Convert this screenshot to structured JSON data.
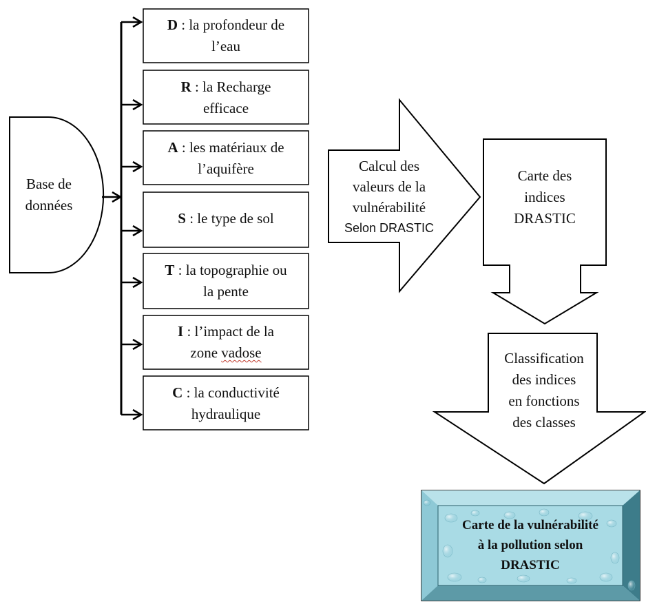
{
  "database": {
    "line1": "Base de",
    "line2": "données"
  },
  "factors": [
    {
      "letter": "D",
      "line1": " : la profondeur de",
      "line2": "l’eau"
    },
    {
      "letter": "R",
      "line1": " : la Recharge",
      "line2": "efficace"
    },
    {
      "letter": "A",
      "line1": " : les matériaux de",
      "line2": "l’aquifère"
    },
    {
      "letter": "S",
      "line1": " : le type de sol",
      "line2": ""
    },
    {
      "letter": "T",
      "line1": " : la topographie ou",
      "line2": "la pente"
    },
    {
      "letter": "I",
      "line1": " : l’impact de la",
      "line2_a": "zone ",
      "line2_b": "vadose"
    },
    {
      "letter": "C",
      "line1": " : la conductivité",
      "line2": "hydraulique"
    }
  ],
  "calc_arrow": {
    "line1": "Calcul des",
    "line2": "valeurs de la",
    "line3": "vulnérabilité",
    "line4": "Selon DRASTIC"
  },
  "index_map": {
    "line1": "Carte des",
    "line2": "indices",
    "line3": "DRASTIC"
  },
  "classification": {
    "line1": "Classification",
    "line2": "des indices",
    "line3": "en fonctions",
    "line4": "des classes"
  },
  "result": {
    "line1": "Carte de la vulnérabilité",
    "line2": "à la pollution selon",
    "line3": "DRASTIC"
  },
  "colors": {
    "stroke": "#000000",
    "result_fill": "#9fd3df",
    "result_bevel_dark": "#3d7c8a",
    "result_bevel_light": "#8ec9d6"
  }
}
